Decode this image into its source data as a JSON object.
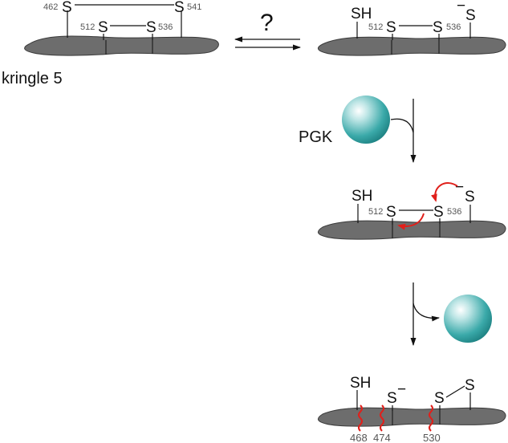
{
  "diagram": {
    "equilibrium_symbol": "?",
    "protein_label": "kringle 5",
    "enzyme_label": "PGK",
    "state1": {
      "atoms": {
        "s462": "S",
        "s541": "S",
        "s512": "S",
        "s536": "S"
      },
      "numbers": {
        "n462": "462",
        "n541": "541",
        "n512": "512",
        "n536": "536"
      }
    },
    "state2": {
      "atoms": {
        "sh": "SH",
        "s512": "S",
        "s536": "S",
        "s_minus": "S"
      },
      "charge": "−",
      "numbers": {
        "n512": "512",
        "n536": "536"
      }
    },
    "state3": {
      "atoms": {
        "sh": "SH",
        "s512": "S",
        "s536": "S",
        "s_minus": "S"
      },
      "charge": "−",
      "numbers": {
        "n512": "512",
        "n536": "536"
      }
    },
    "state4": {
      "atoms": {
        "sh": "SH",
        "s_minus": "S",
        "s_a": "S",
        "s_b": "S"
      },
      "charge": "−",
      "cleavage_sites": [
        "468",
        "474",
        "530"
      ]
    },
    "colors": {
      "protein_fill": "#6d6d6d",
      "protein_stroke": "#3a3a3a",
      "cleavage_red": "#e0201b",
      "sphere_teal": "#2aa0a0"
    }
  }
}
